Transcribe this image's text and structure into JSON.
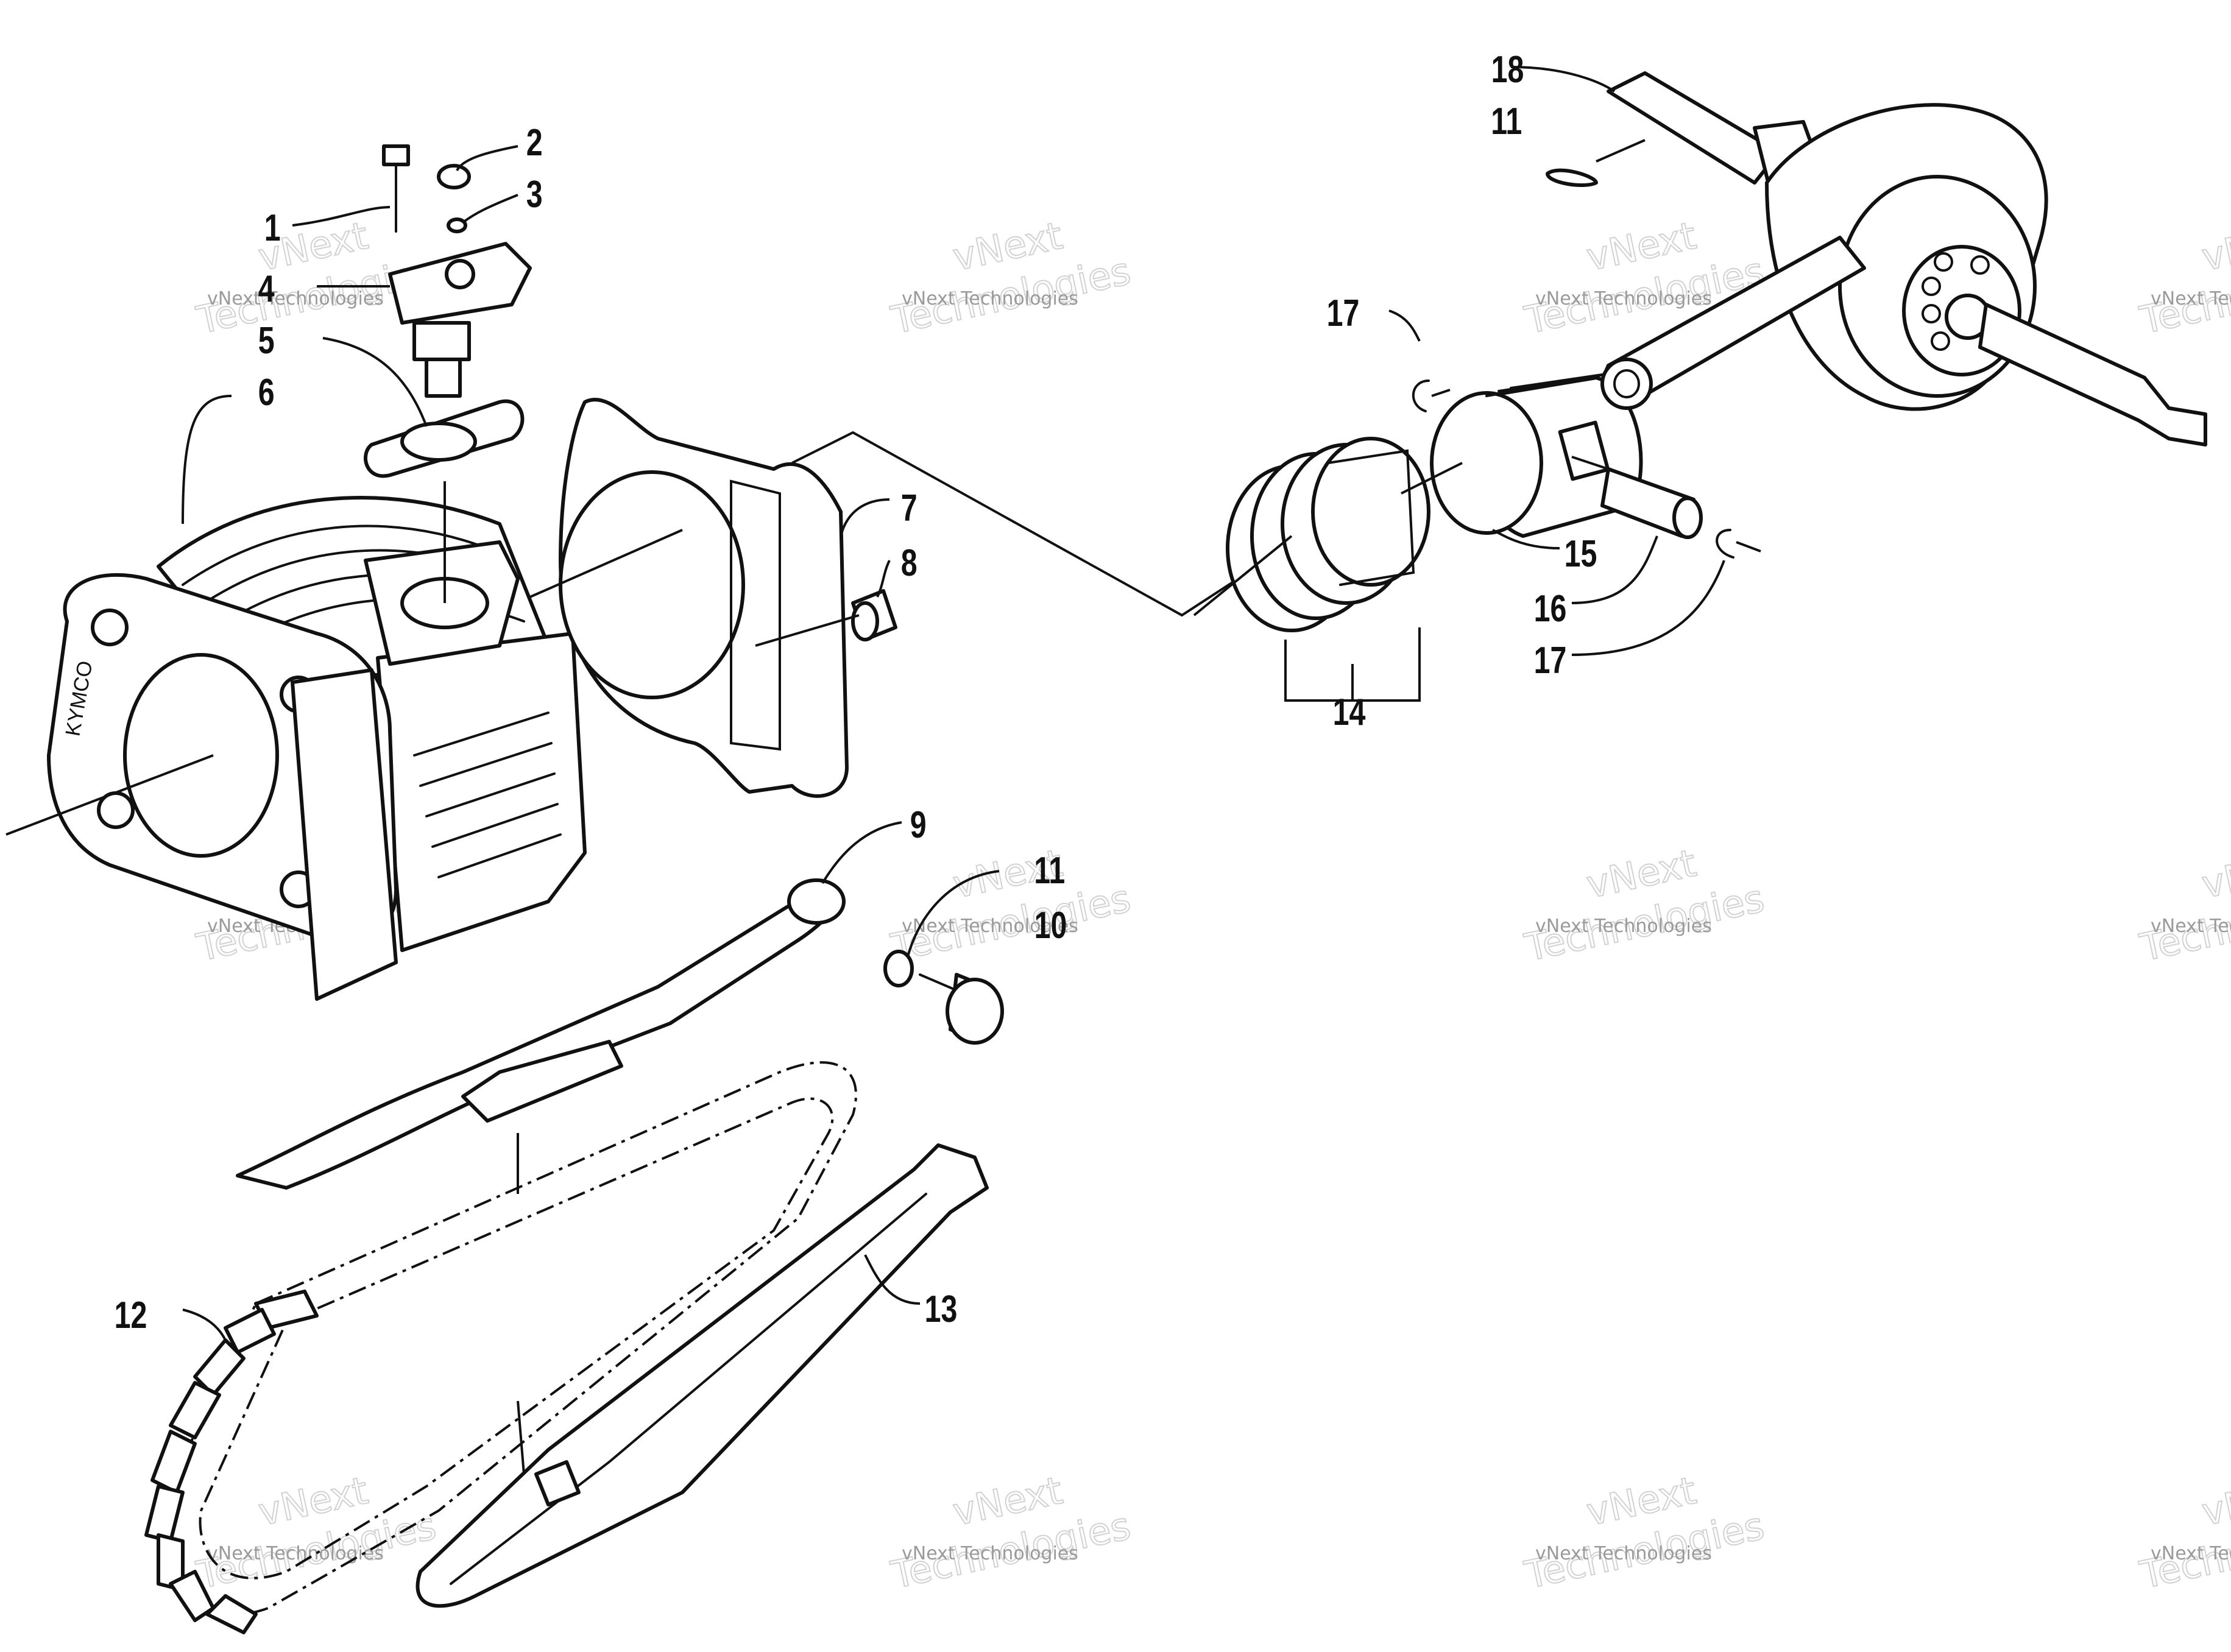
{
  "callouts": [
    {
      "id": "1",
      "label": "1"
    },
    {
      "id": "2",
      "label": "2"
    },
    {
      "id": "3",
      "label": "3"
    },
    {
      "id": "4",
      "label": "4"
    },
    {
      "id": "5",
      "label": "5"
    },
    {
      "id": "6",
      "label": "6"
    },
    {
      "id": "7",
      "label": "7"
    },
    {
      "id": "8",
      "label": "8"
    },
    {
      "id": "9",
      "label": "9"
    },
    {
      "id": "10",
      "label": "10"
    },
    {
      "id": "11a",
      "label": "11"
    },
    {
      "id": "11b",
      "label": "11"
    },
    {
      "id": "12",
      "label": "12"
    },
    {
      "id": "13",
      "label": "13"
    },
    {
      "id": "14",
      "label": "14"
    },
    {
      "id": "15",
      "label": "15"
    },
    {
      "id": "16",
      "label": "16"
    },
    {
      "id": "17a",
      "label": "17"
    },
    {
      "id": "17b",
      "label": "17"
    },
    {
      "id": "18",
      "label": "18"
    }
  ],
  "cylinder_brand": "KYMCO",
  "watermark": {
    "line1": "vNext Technologies",
    "line2": "vNext",
    "line3": "Technologies"
  }
}
